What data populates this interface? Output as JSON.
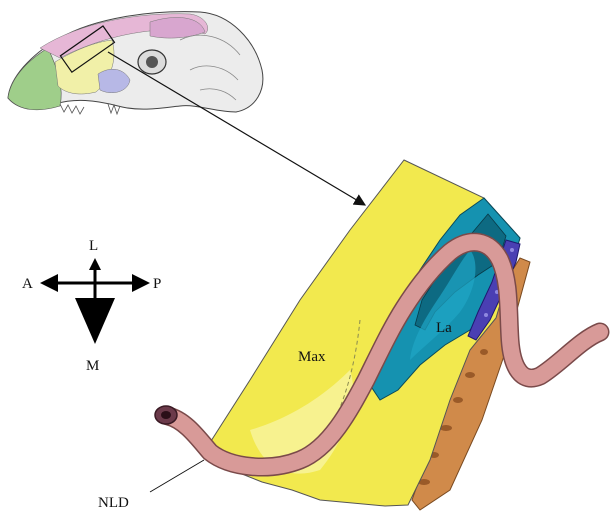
{
  "labels": {
    "maxilla": "Max",
    "lacrimal": "La",
    "nasolacrimal_duct": "NLD"
  },
  "compass": {
    "anterior": "A",
    "posterior": "P",
    "lateral": "L",
    "medial": "M"
  },
  "colors": {
    "maxilla": "#f2e94e",
    "lacrimal": "#1592b0",
    "lacrimal_dark": "#0d6a82",
    "duct": "#d89a98",
    "duct_outline": "#7a4a4a",
    "nerve_purple": "#4a3fb3",
    "bone_orange": "#c77a3a",
    "skull_green": "#9fce8a",
    "skull_pink": "#e6b7d6",
    "skull_yellow": "#f1f0a8",
    "skull_blue": "#b7b8e6",
    "skull_gray": "#bdbdbd"
  }
}
